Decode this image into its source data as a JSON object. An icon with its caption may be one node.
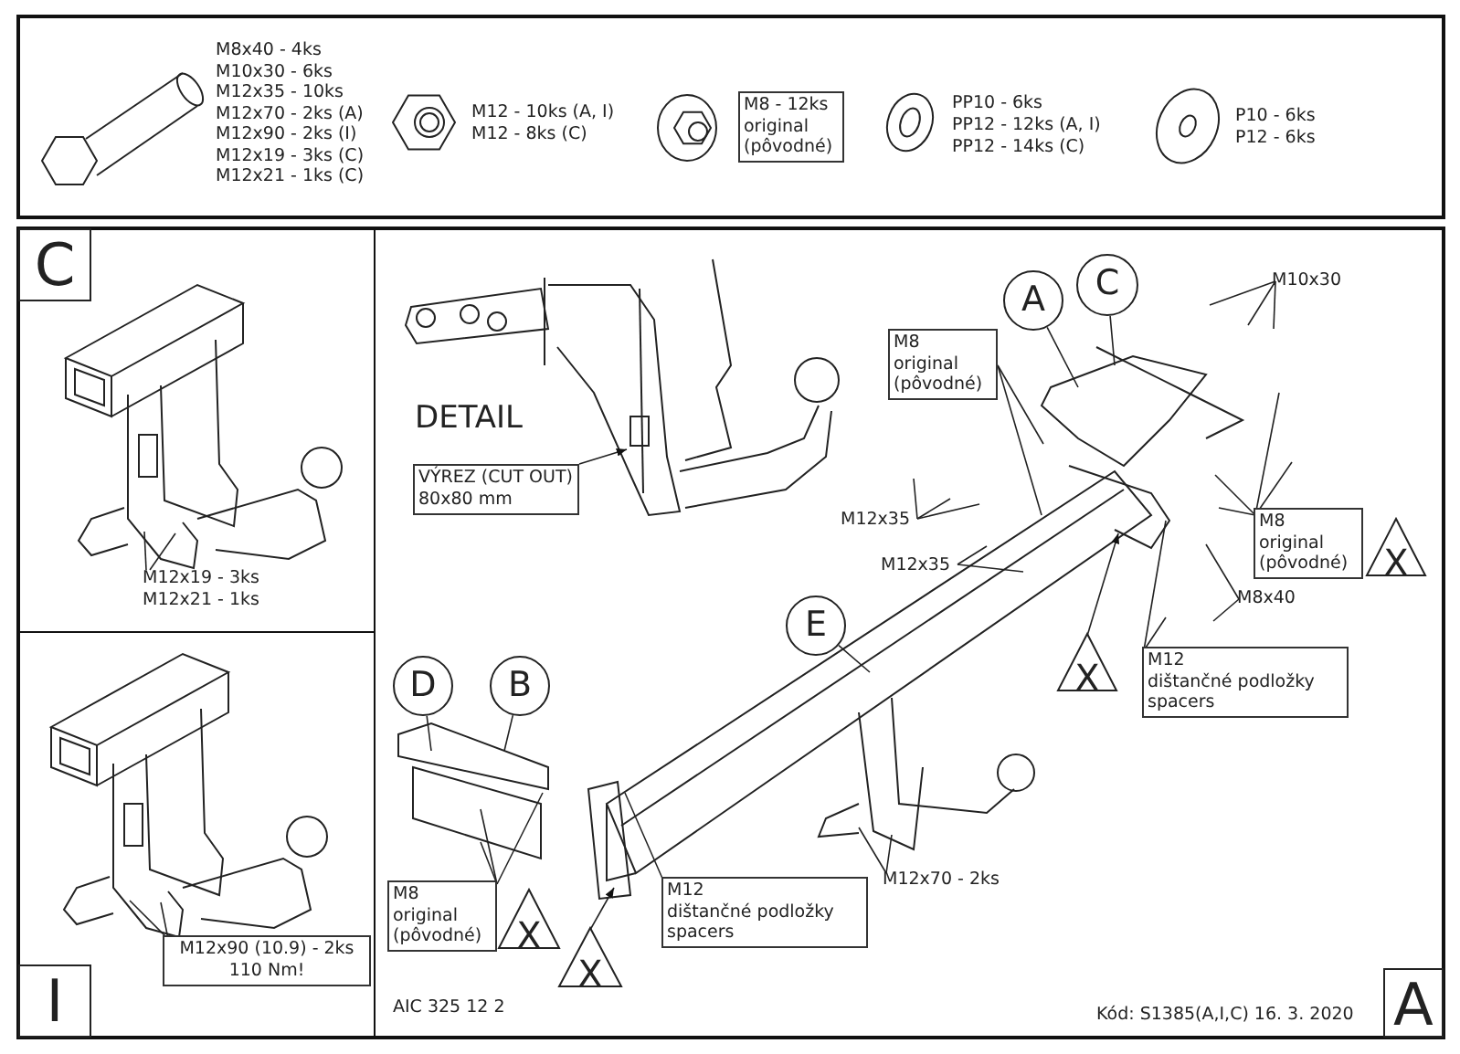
{
  "diagram": {
    "nodes": [
      {
        "text": [
          "C"
        ]
      },
      {
        "text": [
          "M12x19 - 3ks",
          "M12x21 - 1ks"
        ]
      },
      {
        "text": [
          "I"
        ]
      },
      {
        "text": [
          "M12x90 (10.9) - 2ks",
          "110 Nm!"
        ]
      },
      {
        "text": [
          "VÝREZ (CUT OUT)",
          "80x80 mm"
        ]
      },
      {
        "text": [
          "A"
        ]
      },
      {
        "text": [
          "C"
        ]
      },
      {
        "text": [
          "M10x30"
        ]
      },
      {
        "text": [
          "M8",
          "original",
          "(pôvodné)"
        ]
      },
      {
        "text": [
          "M12x35"
        ]
      },
      {
        "text": [
          "M12x35"
        ]
      },
      {
        "text": [
          "M8",
          "original",
          "(pôvodné)"
        ]
      },
      {
        "text": [
          "X"
        ]
      },
      {
        "text": [
          "M8x40"
        ]
      },
      {
        "text": [
          "M12",
          "dištančné podložky",
          "spacers"
        ]
      },
      {
        "text": [
          "X"
        ]
      },
      {
        "text": [
          "E"
        ]
      },
      {
        "text": [
          "D"
        ]
      },
      {
        "text": [
          "B"
        ]
      },
      {
        "text": [
          "M8",
          "original",
          "(pôvodné)"
        ]
      },
      {
        "text": [
          "X"
        ]
      },
      {
        "text": [
          "X"
        ]
      },
      {
        "text": [
          "M12",
          "dištančné podložky",
          "spacers"
        ]
      },
      {
        "text": [
          "M12x70 - 2ks"
        ]
      },
      {
        "text": [
          "A"
        ]
      },
      {
        "text": [
          "M8 - 12ks",
          "original",
          "(pôvodné)"
        ]
      }
    ],
    "edges": [
      {
        "from": 1,
        "to": null,
        "arrow": "none"
      },
      {
        "from": 1,
        "to": null,
        "arrow": "none"
      },
      {
        "from": 3,
        "to": null,
        "arrow": "none"
      },
      {
        "from": 3,
        "to": null,
        "arrow": "none"
      },
      {
        "from": 4,
        "to": null,
        "arrow": "to"
      },
      {
        "from": 5,
        "to": null,
        "arrow": "none"
      },
      {
        "from": 6,
        "to": null,
        "arrow": "none"
      },
      {
        "from": 7,
        "to": null,
        "arrow": "none"
      },
      {
        "from": 7,
        "to": null,
        "arrow": "none"
      },
      {
        "from": 7,
        "to": null,
        "arrow": "none"
      },
      {
        "from": 8,
        "to": null,
        "arrow": "none"
      },
      {
        "from": 8,
        "to": null,
        "arrow": "none"
      },
      {
        "from": 9,
        "to": null,
        "arrow": "none"
      },
      {
        "from": 9,
        "to": null,
        "arrow": "none"
      },
      {
        "from": 9,
        "to": null,
        "arrow": "none"
      },
      {
        "from": 10,
        "to": null,
        "arrow": "none"
      },
      {
        "from": 10,
        "to": null,
        "arrow": "none"
      },
      {
        "from": 11,
        "to": null,
        "arrow": "none"
      },
      {
        "from": 11,
        "to": null,
        "arrow": "none"
      },
      {
        "from": 11,
        "to": null,
        "arrow": "none"
      },
      {
        "from": 11,
        "to": null,
        "arrow": "none"
      },
      {
        "from": 13,
        "to": null,
        "arrow": "none"
      },
      {
        "from": 13,
        "to": null,
        "arrow": "none"
      },
      {
        "from": 14,
        "to": null,
        "arrow": "none"
      },
      {
        "from": 14,
        "to": null,
        "arrow": "none"
      },
      {
        "from": 15,
        "to": null,
        "arrow": "to"
      },
      {
        "from": 16,
        "to": null,
        "arrow": "none"
      },
      {
        "from": 17,
        "to": null,
        "arrow": "none"
      },
      {
        "from": 18,
        "to": null,
        "arrow": "none"
      },
      {
        "from": 19,
        "to": null,
        "arrow": "none"
      },
      {
        "from": 19,
        "to": null,
        "arrow": "none"
      },
      {
        "from": 19,
        "to": null,
        "arrow": "none"
      },
      {
        "from": 21,
        "to": null,
        "arrow": "to"
      },
      {
        "from": 22,
        "to": null,
        "arrow": "none"
      },
      {
        "from": 23,
        "to": null,
        "arrow": "none"
      },
      {
        "from": 23,
        "to": null,
        "arrow": "none"
      }
    ],
    "labels": [
      "M8x40 - 4ks",
      "M10x30 - 6ks",
      "M12x35 - 10ks",
      "M12x70 - 2ks (A)",
      "M12x90 - 2ks (I)",
      "M12x19 - 3ks (C)",
      "M12x21 - 1ks (C)",
      "M12 - 10ks (A, I)",
      "M12 - 8ks (C)",
      "PP10 - 6ks",
      "PP12 - 12ks (A, I)",
      "PP12 - 14ks (C)",
      "P10 - 6ks",
      "P12 - 6ks",
      "DETAIL",
      "AIC 325 12 2",
      "Kód: S1385(A,I,C) 16. 3. 2020"
    ]
  }
}
